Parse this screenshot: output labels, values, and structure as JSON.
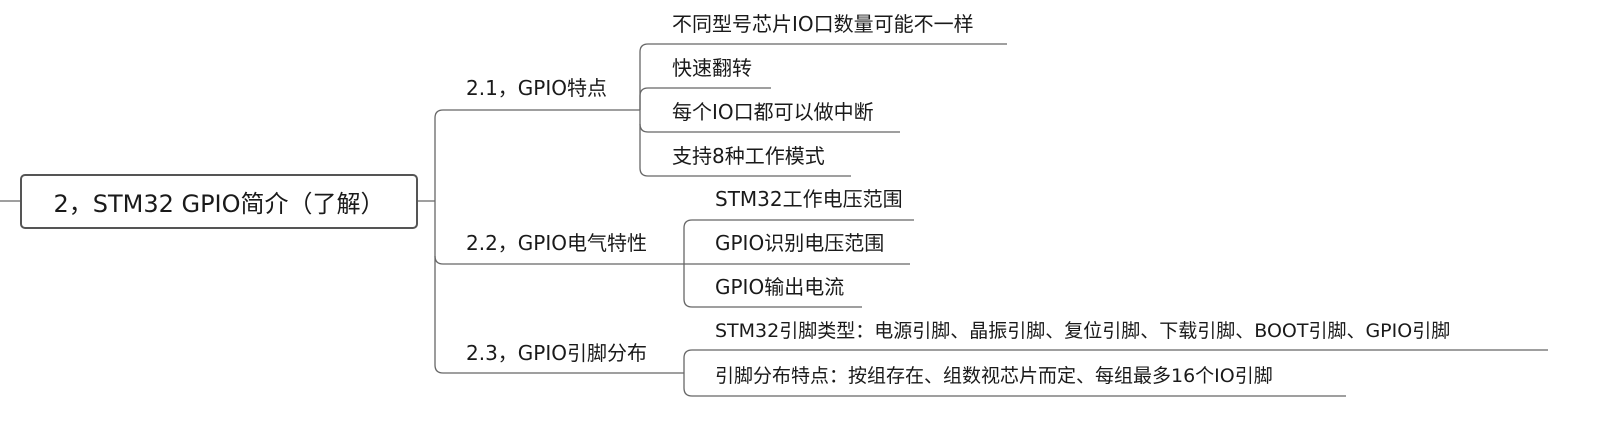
{
  "root": {
    "label": "2，STM32 GPIO简介（了解）"
  },
  "branches": [
    {
      "label": "2.1，GPIO特点",
      "children": [
        {
          "label": "不同型号芯片IO口数量可能不一样"
        },
        {
          "label": "快速翻转"
        },
        {
          "label": "每个IO口都可以做中断"
        },
        {
          "label": "支持8种工作模式"
        }
      ]
    },
    {
      "label": "2.2，GPIO电气特性",
      "children": [
        {
          "label": "STM32工作电压范围"
        },
        {
          "label": "GPIO识别电压范围"
        },
        {
          "label": "GPIO输出电流"
        }
      ]
    },
    {
      "label": "2.3，GPIO引脚分布",
      "children": [
        {
          "label": "STM32引脚类型：电源引脚、晶振引脚、复位引脚、下载引脚、BOOT引脚、GPIO引脚"
        },
        {
          "label": "引脚分布特点：按组存在、组数视芯片而定、每组最多16个IO引脚"
        }
      ]
    }
  ],
  "colors": {
    "line": "#666666",
    "text": "#1a1a1a",
    "border": "#555555"
  }
}
